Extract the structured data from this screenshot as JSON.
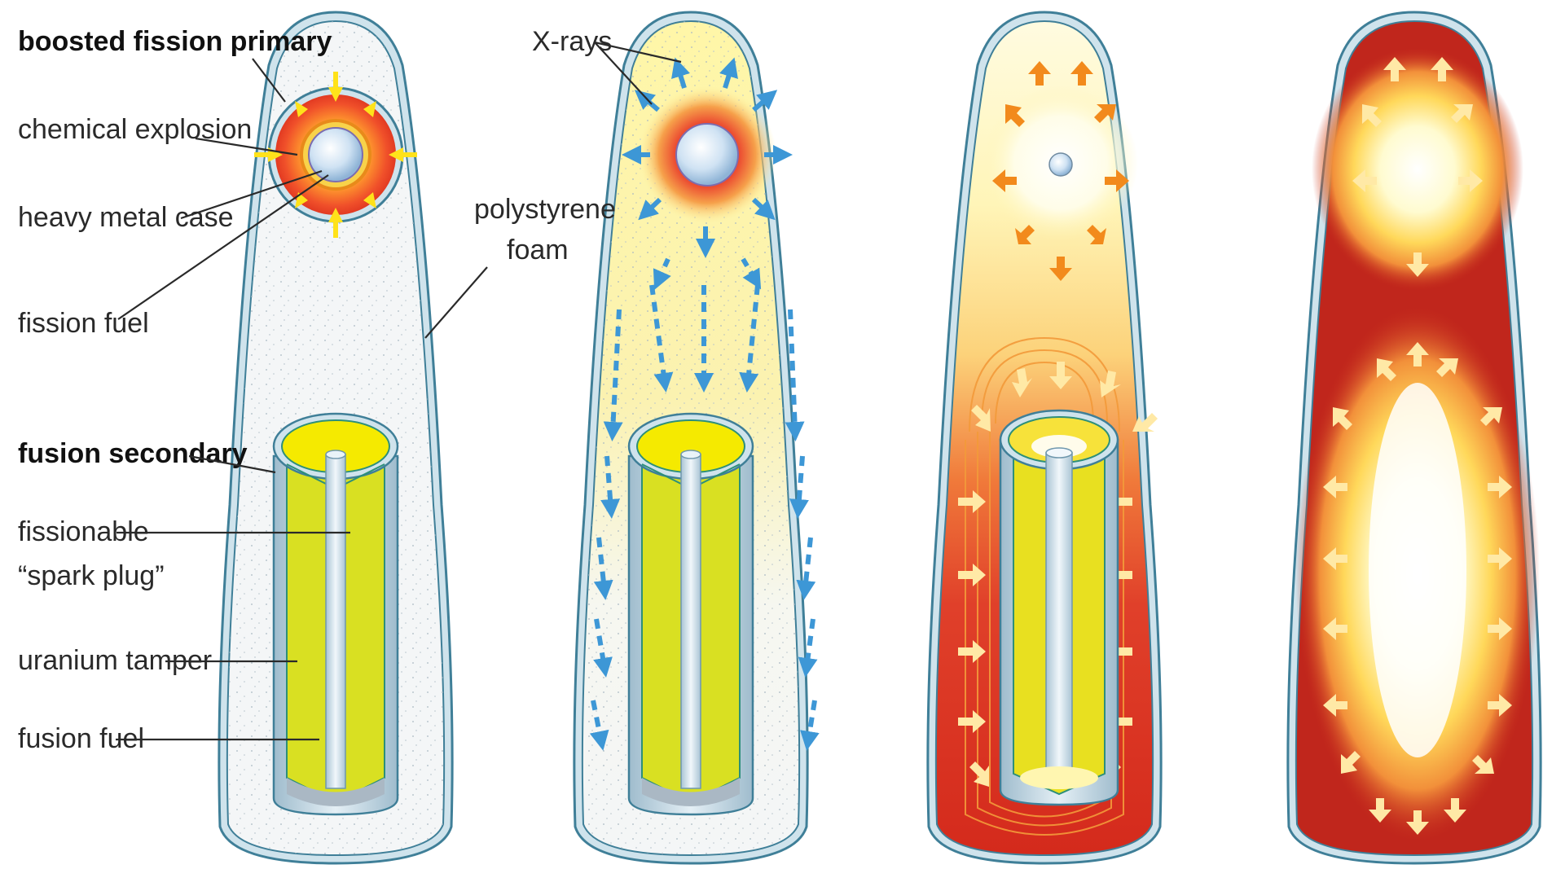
{
  "labels": {
    "boosted_fission_primary": "boosted fission primary",
    "chemical_explosion": "chemical explosion",
    "heavy_metal_case": "heavy metal case",
    "fission_fuel": "fission fuel",
    "polystyrene_foam_line1": "polystyrene",
    "polystyrene_foam_line2": "foam",
    "x_rays": "X-rays",
    "fusion_secondary": "fusion secondary",
    "fissionable_line1": "fissionable",
    "fissionable_line2": "“spark plug”",
    "uranium_tamper": "uranium tamper",
    "fusion_fuel": "fusion fuel"
  },
  "colors": {
    "casing_outline": "#3f7f98",
    "casing_rim": "#cfe3ec",
    "foam": "#f4f6f7",
    "fusion_fuel": "#d9e022",
    "fusion_fuel_top": "#f5ea00",
    "tamper": "#c9dde8",
    "xray_arrow": "#3d97d6",
    "orange_arrow": "#f28a1c",
    "hot_red": "#d8281c",
    "cream_arrow": "#ffe9a6"
  },
  "icons": {
    "inward_arrow": "arrow-inward-icon",
    "xray_arrow": "arrow-xray-icon",
    "outward_arrow": "arrow-outward-icon"
  }
}
